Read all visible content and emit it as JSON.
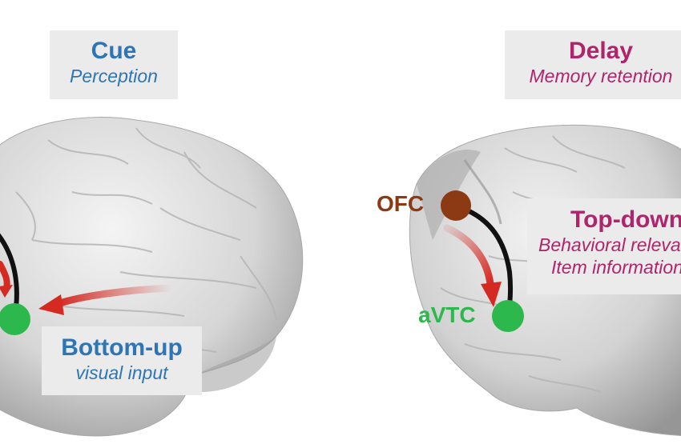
{
  "left": {
    "stage_title": "Cue",
    "stage_subtitle": "Perception",
    "process_title": "Bottom-up",
    "process_subtitle": "visual input"
  },
  "right": {
    "stage_title": "Delay",
    "stage_subtitle": "Memory retention",
    "process_title": "Top-down",
    "process_line1": "Behavioral relevance",
    "process_line2": "Item information",
    "node_ofc": "OFC",
    "node_avtc": "aVTC"
  },
  "colors": {
    "blue": "#2e75b6",
    "magenta": "#b0246b",
    "ofc_node": "#8b3a14",
    "avtc_node": "#2db84d",
    "arrow": "#d42a22",
    "brain": "#cfcfcf"
  }
}
